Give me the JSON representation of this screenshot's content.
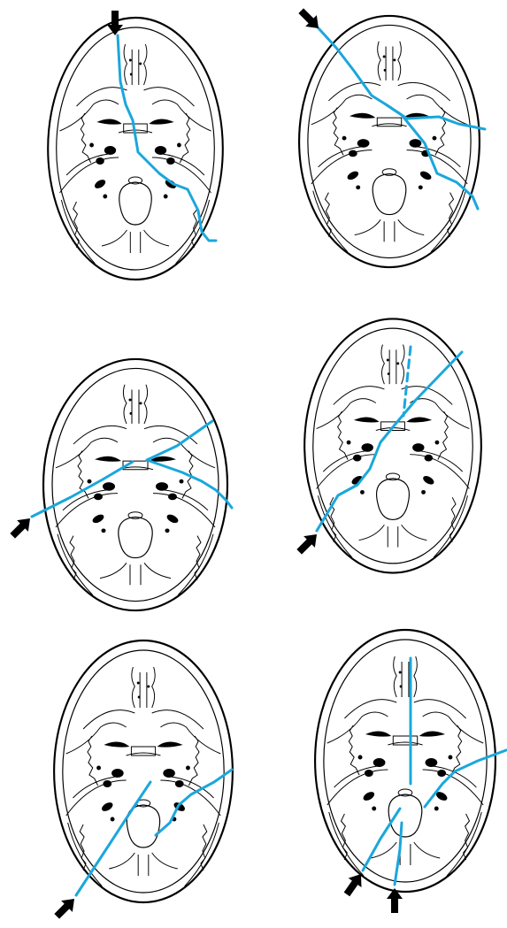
{
  "colors": {
    "fracture": "#1aa7dc",
    "line": "#000000",
    "background": "#ffffff"
  },
  "panels": [
    {
      "id": "panel-1",
      "fracture_type": "transverse",
      "arrow_icon": "arrow-down-icon"
    },
    {
      "id": "panel-2",
      "fracture_type": "oblique",
      "arrow_icon": "arrow-down-right-icon"
    },
    {
      "id": "panel-3",
      "fracture_type": "transverse-lateral",
      "arrow_icon": "arrow-up-right-icon"
    },
    {
      "id": "panel-4",
      "fracture_type": "diagonal",
      "arrow_icon": "arrow-up-right-icon"
    },
    {
      "id": "panel-5",
      "fracture_type": "posterior-oblique",
      "arrow_icon": "arrow-up-right-icon"
    },
    {
      "id": "panel-6",
      "fracture_type": "ring-and-midline",
      "arrow_icon": "arrow-up-icon"
    }
  ]
}
